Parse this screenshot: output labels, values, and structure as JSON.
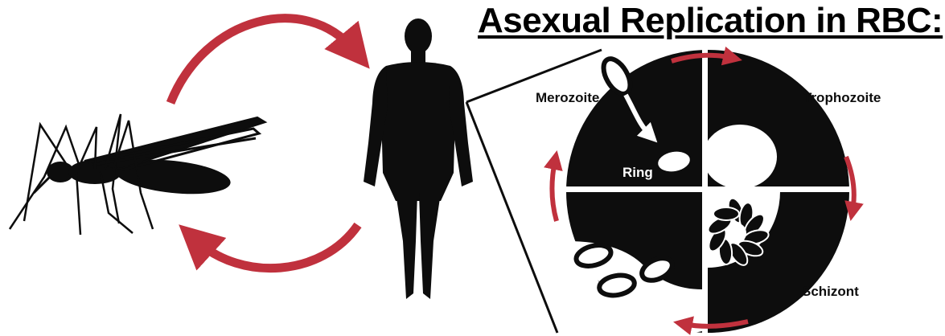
{
  "title": "Asexual Replication in RBC:",
  "stages": {
    "merozoite": "Merozoite",
    "ring": "Ring",
    "trophozoite": "Trophozoite",
    "schizont": "Schizont"
  },
  "colors": {
    "arrow": "#c0313d",
    "silhouette": "#0d0d0d",
    "background": "#ffffff"
  },
  "icons": [
    "mosquito-icon",
    "human-silhouette-icon",
    "red-blood-cell-icon"
  ]
}
